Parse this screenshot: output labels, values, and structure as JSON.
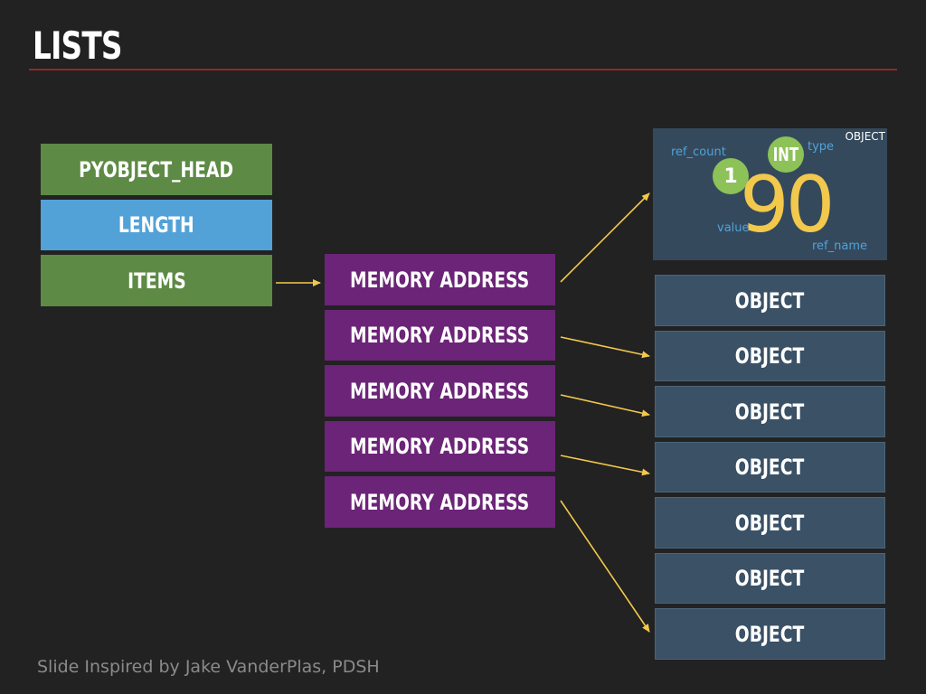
{
  "title": "LISTS",
  "list_struct": {
    "header": "PYOBJECT_HEAD",
    "length": "LENGTH",
    "items": "ITEMS"
  },
  "memory_addresses": [
    "MEMORY ADDRESS",
    "MEMORY ADDRESS",
    "MEMORY ADDRESS",
    "MEMORY ADDRESS",
    "MEMORY ADDRESS"
  ],
  "object_detail": {
    "corner_label": "OBJECT",
    "ref_count_label": "ref_count",
    "ref_count_value": "1",
    "type_label": "type",
    "type_value": "INT",
    "value_label": "value",
    "value": "90",
    "ref_name_label": "ref_name"
  },
  "objects": [
    "OBJECT",
    "OBJECT",
    "OBJECT",
    "OBJECT",
    "OBJECT",
    "OBJECT"
  ],
  "footer": "Slide Inspired by Jake VanderPlas, PDSH",
  "colors": {
    "green": "#5d8a45",
    "blue": "#52a2d8",
    "purple": "#6b2477",
    "slate": "#3a5166",
    "arrow": "#f2c94c",
    "rule": "#8e2a2a"
  }
}
